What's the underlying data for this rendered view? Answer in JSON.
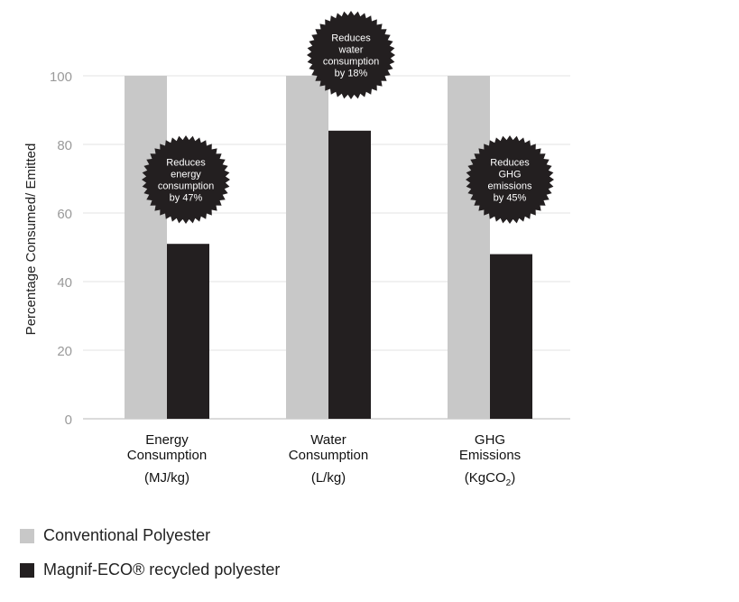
{
  "chart_data": {
    "type": "bar",
    "ylabel": "Percentage Consumed/ Emitted",
    "ylim": [
      0,
      100
    ],
    "yticks": [
      "0",
      "20",
      "40",
      "60",
      "80",
      "100"
    ],
    "grid": true,
    "categories": [
      {
        "lines": [
          "Energy",
          "Consumption"
        ],
        "unit": "(MJ/kg)"
      },
      {
        "lines": [
          "Water",
          "Consumption"
        ],
        "unit": "(L/kg)"
      },
      {
        "lines": [
          "GHG",
          "Emissions"
        ],
        "unit": "(KgCO",
        "unit_sub": "2",
        "unit_end": ")"
      }
    ],
    "series": [
      {
        "name": "Conventional Polyester",
        "color": "#c8c8c8",
        "values": [
          100,
          100,
          100
        ]
      },
      {
        "name": "Magnif-ECO® recycled polyester",
        "color": "#231f20",
        "values": [
          51,
          84,
          48
        ]
      }
    ],
    "annotations": [
      {
        "category": 0,
        "lines": [
          "Reduces",
          "energy",
          "consumption",
          "by 47%"
        ]
      },
      {
        "category": 1,
        "lines": [
          "Reduces",
          "water",
          "consumption",
          "by 18%"
        ]
      },
      {
        "category": 2,
        "lines": [
          "Reduces",
          "GHG",
          "emissions",
          "by 45%"
        ]
      }
    ],
    "legend_position": "bottom-left"
  }
}
